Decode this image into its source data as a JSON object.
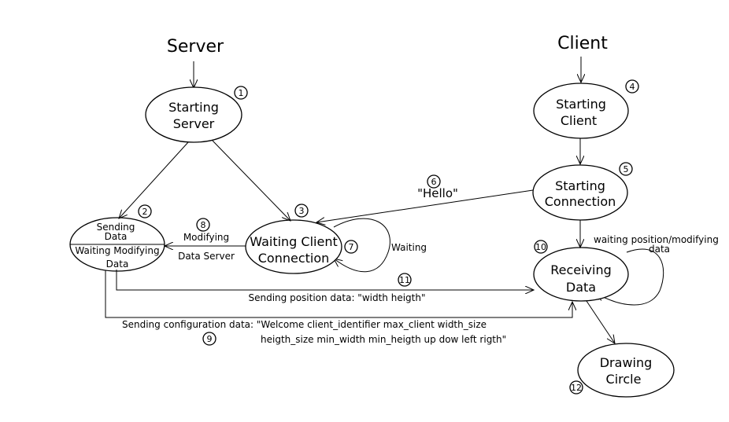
{
  "titles": {
    "server": "Server",
    "client": "Client"
  },
  "nodes": {
    "starting_server": {
      "line1": "Starting",
      "line2": "Server",
      "num": "1"
    },
    "sending_data": {
      "top1": "Sending",
      "top2": "Data",
      "bottom1": "Waiting Modifying",
      "bottom2": "Data",
      "num": "2"
    },
    "waiting_client": {
      "line1": "Waiting Client",
      "line2": "Connection",
      "num": "3"
    },
    "starting_client": {
      "line1": "Starting",
      "line2": "Client",
      "num": "4"
    },
    "starting_connection": {
      "line1": "Starting",
      "line2": "Connection",
      "num": "5"
    },
    "receiving_data": {
      "line1": "Receiving",
      "line2": "Data",
      "num": "10"
    },
    "drawing_circle": {
      "line1": "Drawing",
      "line2": "Circle",
      "num": "12"
    }
  },
  "edges": {
    "hello": {
      "label": "\"Hello\"",
      "num": "6"
    },
    "waiting_loop": {
      "label": "Waiting",
      "num": "7"
    },
    "modifying": {
      "line1": "Modifying",
      "line2": "Data Server",
      "num": "8"
    },
    "config": {
      "line1": "Sending configuration data: \"Welcome client_identifier max_client width_size",
      "line2": "heigth_size min_width min_heigth up dow left rigth\"",
      "num": "9"
    },
    "position": {
      "label": "Sending position data: \"width heigth\"",
      "num": "11"
    },
    "receiving_loop": {
      "line1": "waiting position/modifying",
      "line2": "data"
    }
  }
}
